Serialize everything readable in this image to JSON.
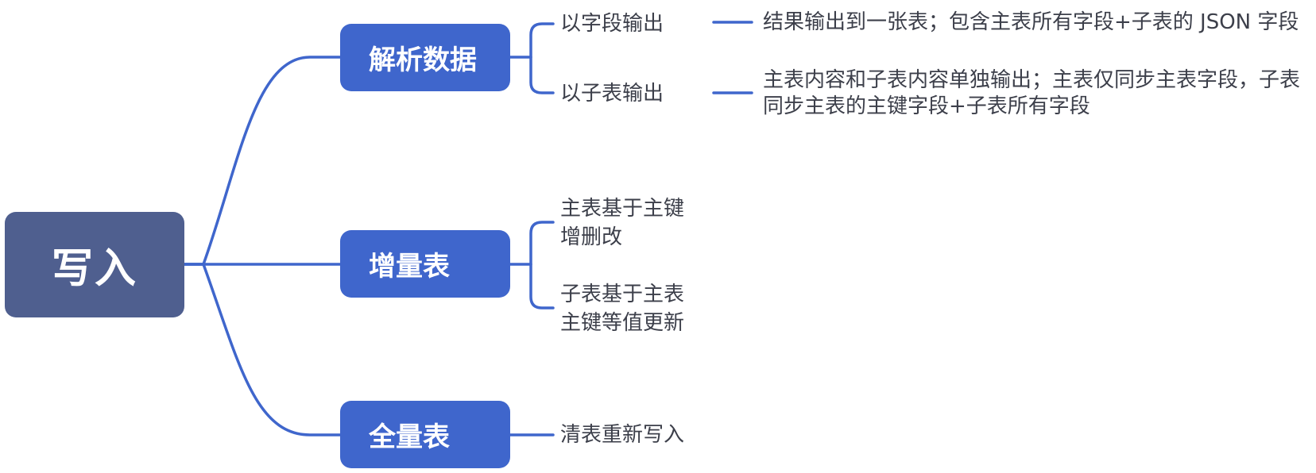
{
  "colors": {
    "root": "#4f5f8f",
    "branch": "#3f66cc",
    "connector": "#3f66cc",
    "text": "#3c3f4a"
  },
  "root": {
    "label": "写入"
  },
  "branches": {
    "parse": {
      "label": "解析数据",
      "children": {
        "by_field": {
          "label": "以字段输出",
          "detail": "结果输出到一张表；包含主表所有字段+子表的 JSON 字段"
        },
        "by_subtable": {
          "label": "以子表输出",
          "detail": "主表内容和子表内容单独输出；主表仅同步主表字段，子表同步主表的主键字段+子表所有字段"
        }
      }
    },
    "incremental": {
      "label": "增量表",
      "children": {
        "master": {
          "line1": "主表基于主键",
          "line2": "增删改"
        },
        "child": {
          "line1": "子表基于主表",
          "line2": "主键等值更新"
        }
      }
    },
    "full": {
      "label": "全量表",
      "children": {
        "rewrite": {
          "label": "清表重新写入"
        }
      }
    }
  }
}
